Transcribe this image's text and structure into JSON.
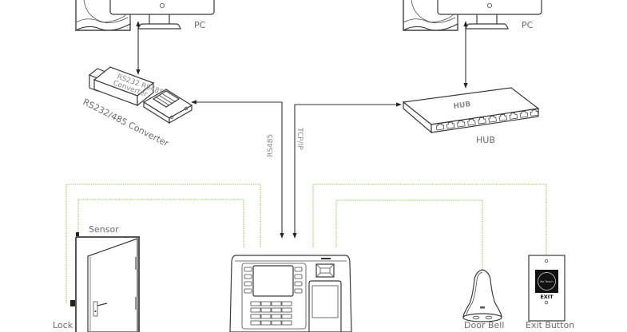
{
  "diagram": {
    "pc_left": {
      "label": "PC"
    },
    "pc_right": {
      "label": "PC"
    },
    "converter": {
      "label": "RS232/485 Converter",
      "body_text_1": "RS232 RS485",
      "body_text_2": "Converter"
    },
    "hub": {
      "label": "HUB",
      "body_text": "HUB",
      "port_count": 10
    },
    "links": {
      "rs485": "RS485",
      "tcpip": "TCP/IP"
    },
    "door": {
      "sensor_label": "Sensor",
      "lock_label": "Lock"
    },
    "door_bell": {
      "label": "Door Bell"
    },
    "exit_button": {
      "label": "Exit Button",
      "face_text": "No Touch",
      "exit_text": "EXIT"
    },
    "colors": {
      "wire": "#a6d97a",
      "line": "#333333",
      "text": "#6b6b6b"
    }
  }
}
